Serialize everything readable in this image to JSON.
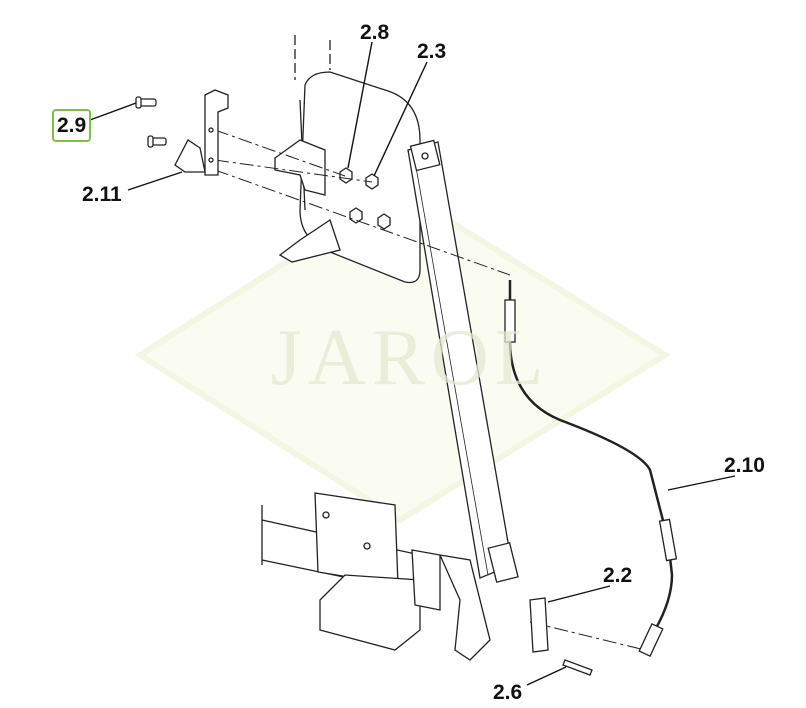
{
  "watermark": {
    "text": "JAROL",
    "color": "#f5f7e4"
  },
  "highlight_color": "#7cc242",
  "callouts": [
    {
      "id": "2.8",
      "label": "2.8"
    },
    {
      "id": "2.3",
      "label": "2.3"
    },
    {
      "id": "2.9",
      "label": "2.9",
      "highlighted": true
    },
    {
      "id": "2.11",
      "label": "2.11"
    },
    {
      "id": "2.10",
      "label": "2.10"
    },
    {
      "id": "2.2",
      "label": "2.2"
    },
    {
      "id": "2.6",
      "label": "2.6"
    }
  ]
}
